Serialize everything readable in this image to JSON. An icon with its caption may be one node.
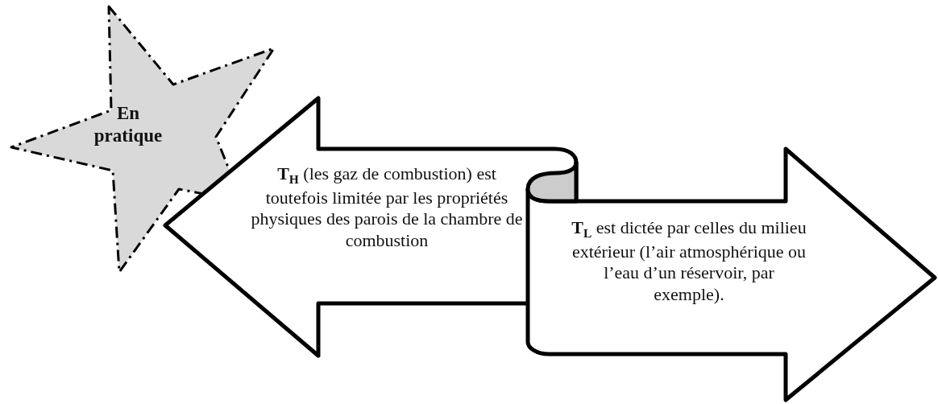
{
  "diagram": {
    "nodes": [
      {
        "text": [
          "En pratique"
        ]
      },
      {
        "text": [
          "**T**$_{H}$ (les gaz de combustion) est toutefois limitée par les propriétés physiques des parois de la chambre de combustion"
        ]
      },
      {
        "text": [
          "**T**$_{L}$ est dictée par celles du milieu extérieur (l’air atmosphérique ou l’eau d’un réservoir, par exemple)."
        ]
      }
    ]
  }
}
